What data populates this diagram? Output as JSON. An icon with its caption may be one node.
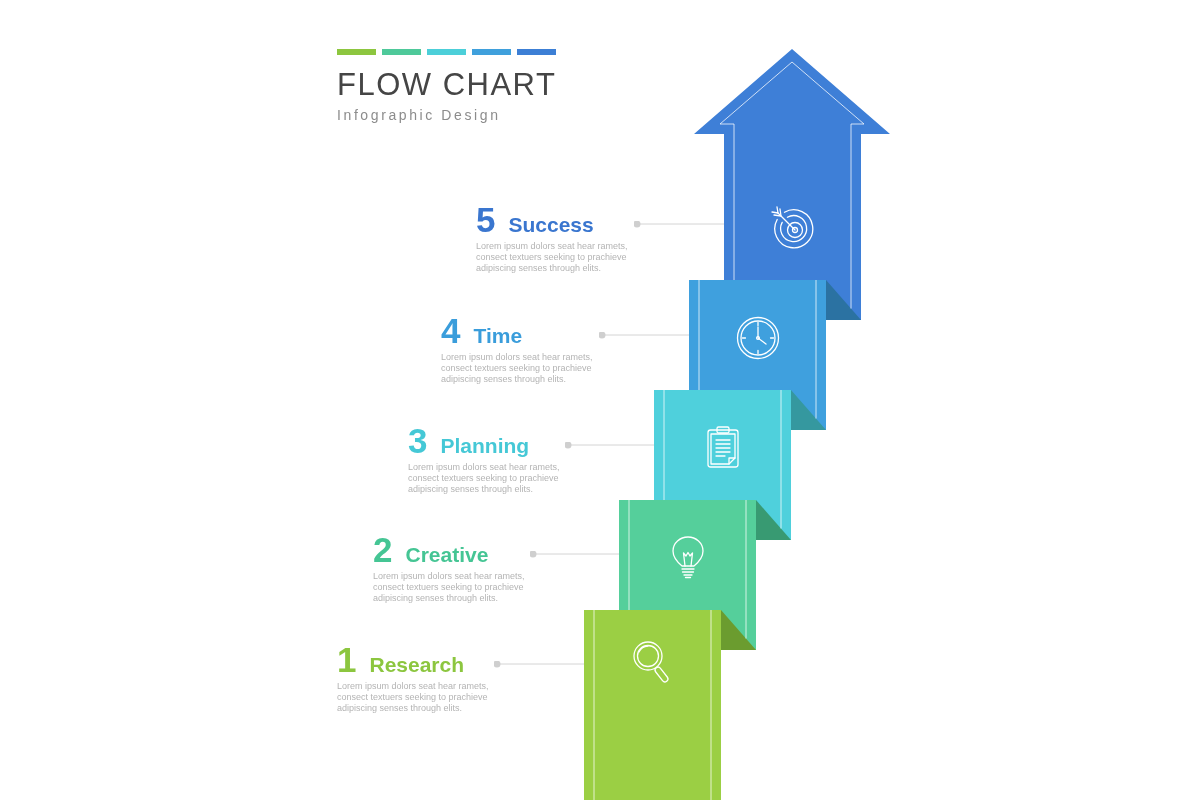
{
  "diagram": {
    "title": "FLOW CHART",
    "nodes": [
      {
        "text": [
          "1",
          "Research",
          "Lorem ipsum dolors seat hear ramets, consect textuers seeking to prachieve adipiscing senses through elits."
        ]
      },
      {
        "text": [
          "2",
          "Creative",
          "Lorem ipsum dolors seat hear ramets, consect textuers seeking to prachieve adipiscing senses through elits."
        ]
      },
      {
        "text": [
          "3",
          "Planning",
          "Lorem ipsum dolors seat hear ramets, consect textuers seeking to prachieve adipiscing senses through elits."
        ]
      },
      {
        "text": [
          "4",
          "Time",
          "Lorem ipsum dolors seat hear ramets, consect textuers seeking to prachieve adipiscing senses through elits."
        ]
      },
      {
        "text": [
          "5",
          "Success",
          "Lorem ipsum dolors seat hear ramets, consect textuers seeking to prachieve adipiscing senses through elits."
        ]
      },
      {
        "text": [],
        "shape": "box"
      },
      {
        "text": [],
        "shape": "box"
      },
      {
        "text": [],
        "shape": "box"
      },
      {
        "text": [],
        "shape": "box"
      },
      {
        "text": [],
        "shape": "arrow"
      }
    ],
    "edges": [
      {
        "from": 0,
        "to": 5,
        "arrow": "other"
      },
      {
        "from": 1,
        "to": 6,
        "arrow": "other"
      },
      {
        "from": 2,
        "to": 7,
        "arrow": "other"
      },
      {
        "from": 3,
        "to": 8,
        "arrow": "other"
      },
      {
        "from": 4,
        "to": 9,
        "arrow": "other"
      }
    ],
    "labels": [
      "Infographic Design"
    ]
  }
}
